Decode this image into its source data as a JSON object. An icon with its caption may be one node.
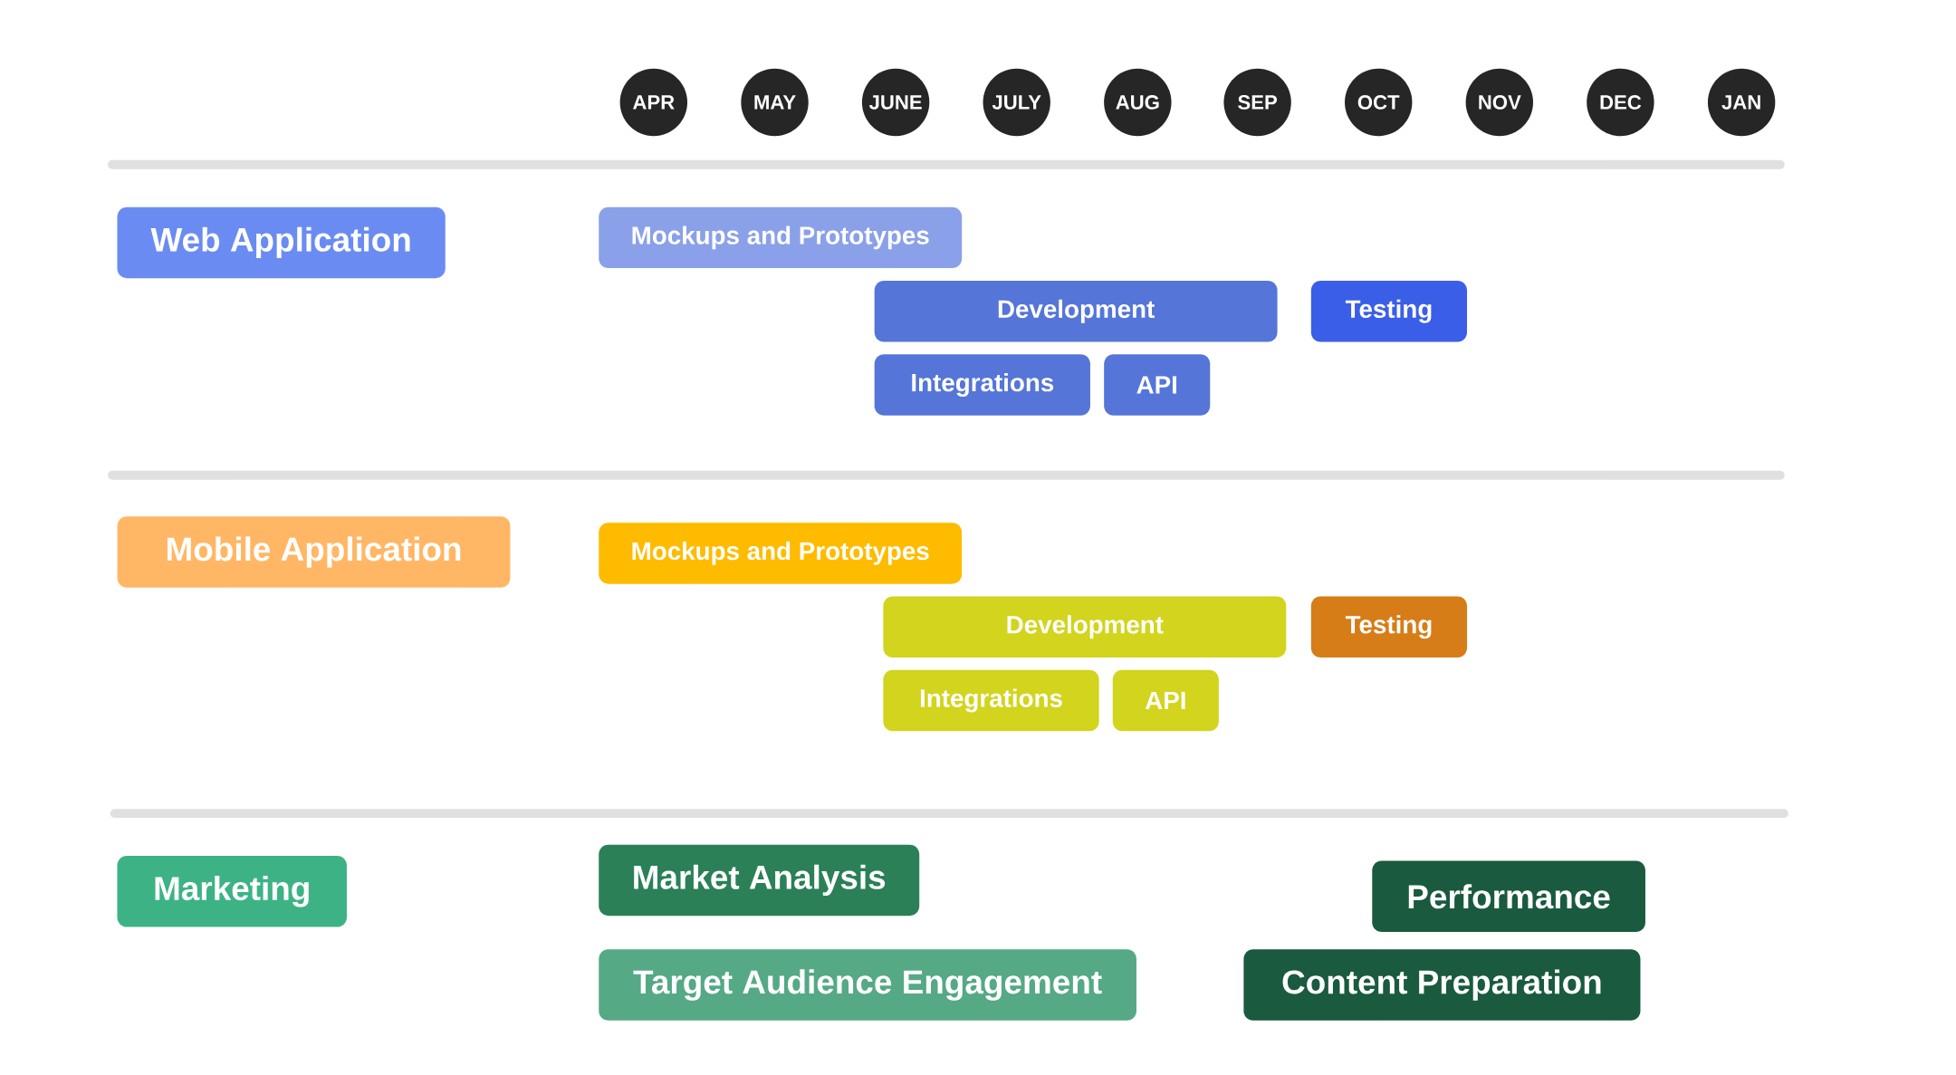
{
  "diagram": {
    "nodes": [
      {
        "text": [
          "APR"
        ]
      },
      {
        "text": [
          "MAY"
        ]
      },
      {
        "text": [
          "JUNE"
        ]
      },
      {
        "text": [
          "JULY"
        ]
      },
      {
        "text": [
          "AUG"
        ]
      },
      {
        "text": [
          "SEP"
        ]
      },
      {
        "text": [
          "OCT"
        ]
      },
      {
        "text": [
          "NOV"
        ]
      },
      {
        "text": [
          "DEC"
        ]
      },
      {
        "text": [
          "JAN"
        ]
      },
      {
        "text": [
          "Web Application"
        ]
      },
      {
        "text": [
          "Mockups and Prototypes"
        ]
      },
      {
        "text": [
          "Development"
        ]
      },
      {
        "text": [
          "Testing"
        ]
      },
      {
        "text": [
          "Integrations"
        ]
      },
      {
        "text": [
          "API"
        ]
      },
      {
        "text": [
          "Mobile Application"
        ]
      },
      {
        "text": [
          "Mockups and Prototypes"
        ]
      },
      {
        "text": [
          "Development"
        ]
      },
      {
        "text": [
          "Testing"
        ]
      },
      {
        "text": [
          "Integrations"
        ]
      },
      {
        "text": [
          "API"
        ]
      },
      {
        "text": [
          "Marketing"
        ]
      },
      {
        "text": [
          "Market Analysis"
        ]
      },
      {
        "text": [
          "Performance"
        ]
      },
      {
        "text": [
          "Target Audience Engagement"
        ]
      },
      {
        "text": [
          "Content Preparation"
        ]
      }
    ]
  }
}
